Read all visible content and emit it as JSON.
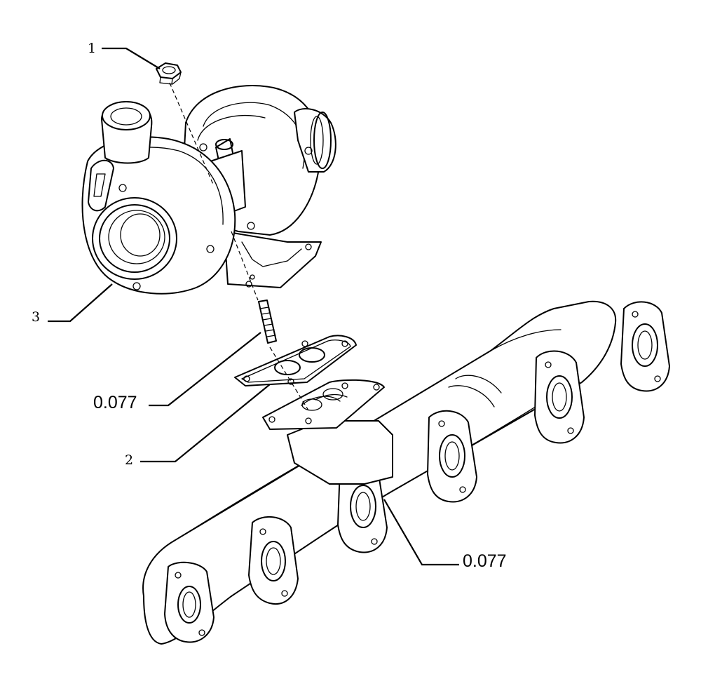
{
  "callouts": {
    "item_1": "1",
    "item_2": "2",
    "item_3": "3",
    "ref_stud": "0.077",
    "ref_manifold": "0.077"
  },
  "colors": {
    "ink": "#000000",
    "paper": "#ffffff"
  }
}
